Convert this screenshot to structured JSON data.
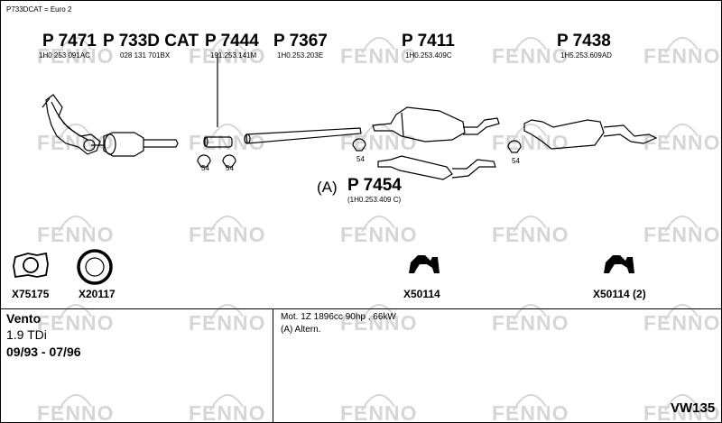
{
  "header": {
    "text": "P733DCAT = Euro 2"
  },
  "parts": [
    {
      "number": "P 7471",
      "ref": "1H0 253 091AC"
    },
    {
      "number": "P 733D CAT",
      "ref": "028 131 701BX"
    },
    {
      "number": "P 7444",
      "ref": "191.253.141M"
    },
    {
      "number": "P 7367",
      "ref": "1H0.253.203E"
    },
    {
      "number": "P 7411",
      "ref": "1H0.253.409C"
    },
    {
      "number": "P 7438",
      "ref": "1H5.253.609AD"
    },
    {
      "number": "P 7454",
      "prefix": "(A)",
      "ref": "(1H0.253.409 C)"
    }
  ],
  "accessory_tags": [
    "54",
    "54",
    "54",
    "54"
  ],
  "fittings": [
    {
      "label": "X75175",
      "icon": "gasket-icon"
    },
    {
      "label": "X20117",
      "icon": "ring-gasket-icon"
    },
    {
      "label": "X50114",
      "icon": "rubber-hanger-icon"
    },
    {
      "label": "X50114 (2)",
      "icon": "rubber-hanger-icon"
    }
  ],
  "vehicle": {
    "model": "Vento",
    "engine": "1.9 TDi",
    "years": "09/93 - 07/96"
  },
  "notes": {
    "line1": "Mot. 1Z 1896cc 90hp , 66kW",
    "line2": "(A) Altern."
  },
  "code": "VW135",
  "watermark": {
    "text": "FENNO",
    "color": "#d6d6d6"
  }
}
